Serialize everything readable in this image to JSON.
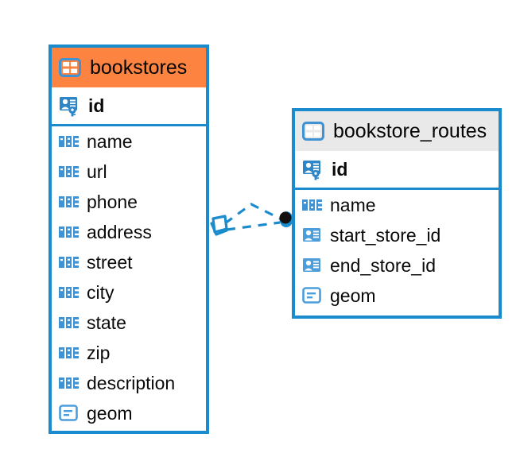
{
  "diagram": {
    "kind": "entity-relationship-diagram",
    "background_color": "#ffffff",
    "accent_color": "#1a8cce",
    "highlight_header_color": "#fd8340",
    "neutral_header_color": "#e9e9e9"
  },
  "entities": [
    {
      "name": "bookstores",
      "header_style": "orange",
      "header_icon": "table-icon",
      "primary_key": {
        "label": "id",
        "icon": "primary-key-icon",
        "bold": true
      },
      "fields": [
        {
          "label": "name",
          "icon": "text-abc-icon"
        },
        {
          "label": "url",
          "icon": "text-abc-icon"
        },
        {
          "label": "phone",
          "icon": "text-abc-icon"
        },
        {
          "label": "address",
          "icon": "text-abc-icon"
        },
        {
          "label": "street",
          "icon": "text-abc-icon"
        },
        {
          "label": "city",
          "icon": "text-abc-icon"
        },
        {
          "label": "state",
          "icon": "text-abc-icon"
        },
        {
          "label": "zip",
          "icon": "text-abc-icon"
        },
        {
          "label": "description",
          "icon": "text-abc-icon"
        },
        {
          "label": "geom",
          "icon": "geometry-icon"
        }
      ]
    },
    {
      "name": "bookstore_routes",
      "header_style": "grey",
      "header_icon": "table-icon",
      "primary_key": {
        "label": "id",
        "icon": "primary-key-icon",
        "bold": true
      },
      "fields": [
        {
          "label": "name",
          "icon": "text-abc-icon"
        },
        {
          "label": "start_store_id",
          "icon": "foreign-key-icon"
        },
        {
          "label": "end_store_id",
          "icon": "foreign-key-icon"
        },
        {
          "label": "geom",
          "icon": "geometry-icon"
        }
      ]
    }
  ],
  "relationship": {
    "from_entity": "bookstores",
    "to_entity": "bookstore_routes",
    "line_style": "dashed",
    "line_color": "#1a8cce",
    "source_marker": "crows-foot-diamond-icon",
    "target_marker": "filled-dot-icon"
  }
}
